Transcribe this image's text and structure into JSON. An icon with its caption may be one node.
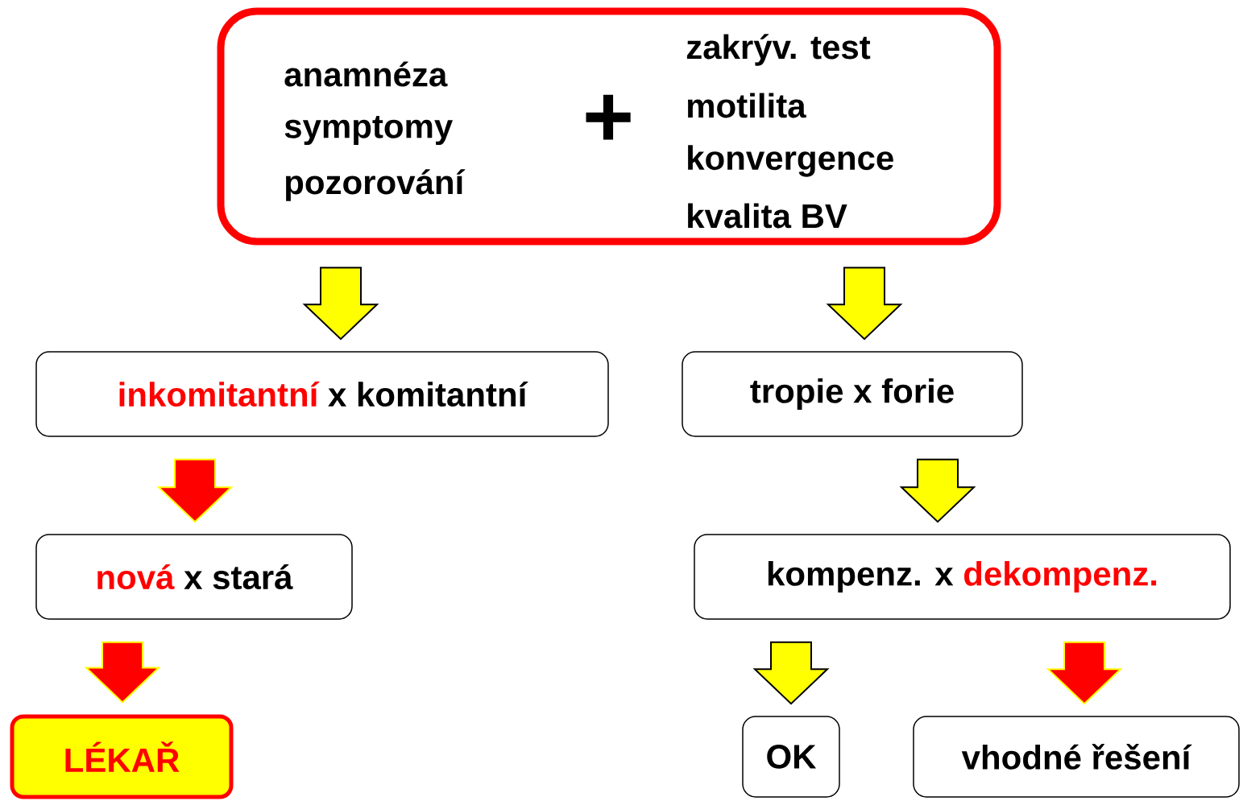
{
  "diagram": {
    "nodes": [
      {
        "text": [
          "anamnéza",
          "symptomy",
          "pozorování",
          "+",
          "zakrýv. test",
          "motilita",
          "konvergence",
          "kvalita BV"
        ]
      },
      {
        "text": [
          "inkomitantní",
          "x komitantní"
        ]
      },
      {
        "text": [
          "tropie x forie"
        ]
      },
      {
        "text": [
          "nová",
          "x stará"
        ]
      },
      {
        "text": [
          "kompenz. x",
          "dekompenz."
        ]
      },
      {
        "text": [
          "LÉKAŘ"
        ]
      },
      {
        "text": [
          "OK"
        ]
      },
      {
        "text": [
          "vhodné řešení"
        ]
      }
    ],
    "edges": [
      {
        "from": 0,
        "to": 1,
        "arrow": "to"
      },
      {
        "from": 0,
        "to": 2,
        "arrow": "to"
      },
      {
        "from": 1,
        "to": 3,
        "arrow": "to",
        "color": "#ff0000"
      },
      {
        "from": 2,
        "to": 4,
        "arrow": "to"
      },
      {
        "from": 3,
        "to": 5,
        "arrow": "to",
        "color": "#ff0000"
      },
      {
        "from": 4,
        "to": 6,
        "arrow": "to"
      },
      {
        "from": 4,
        "to": 7,
        "arrow": "to",
        "color": "#ff0000"
      }
    ]
  }
}
